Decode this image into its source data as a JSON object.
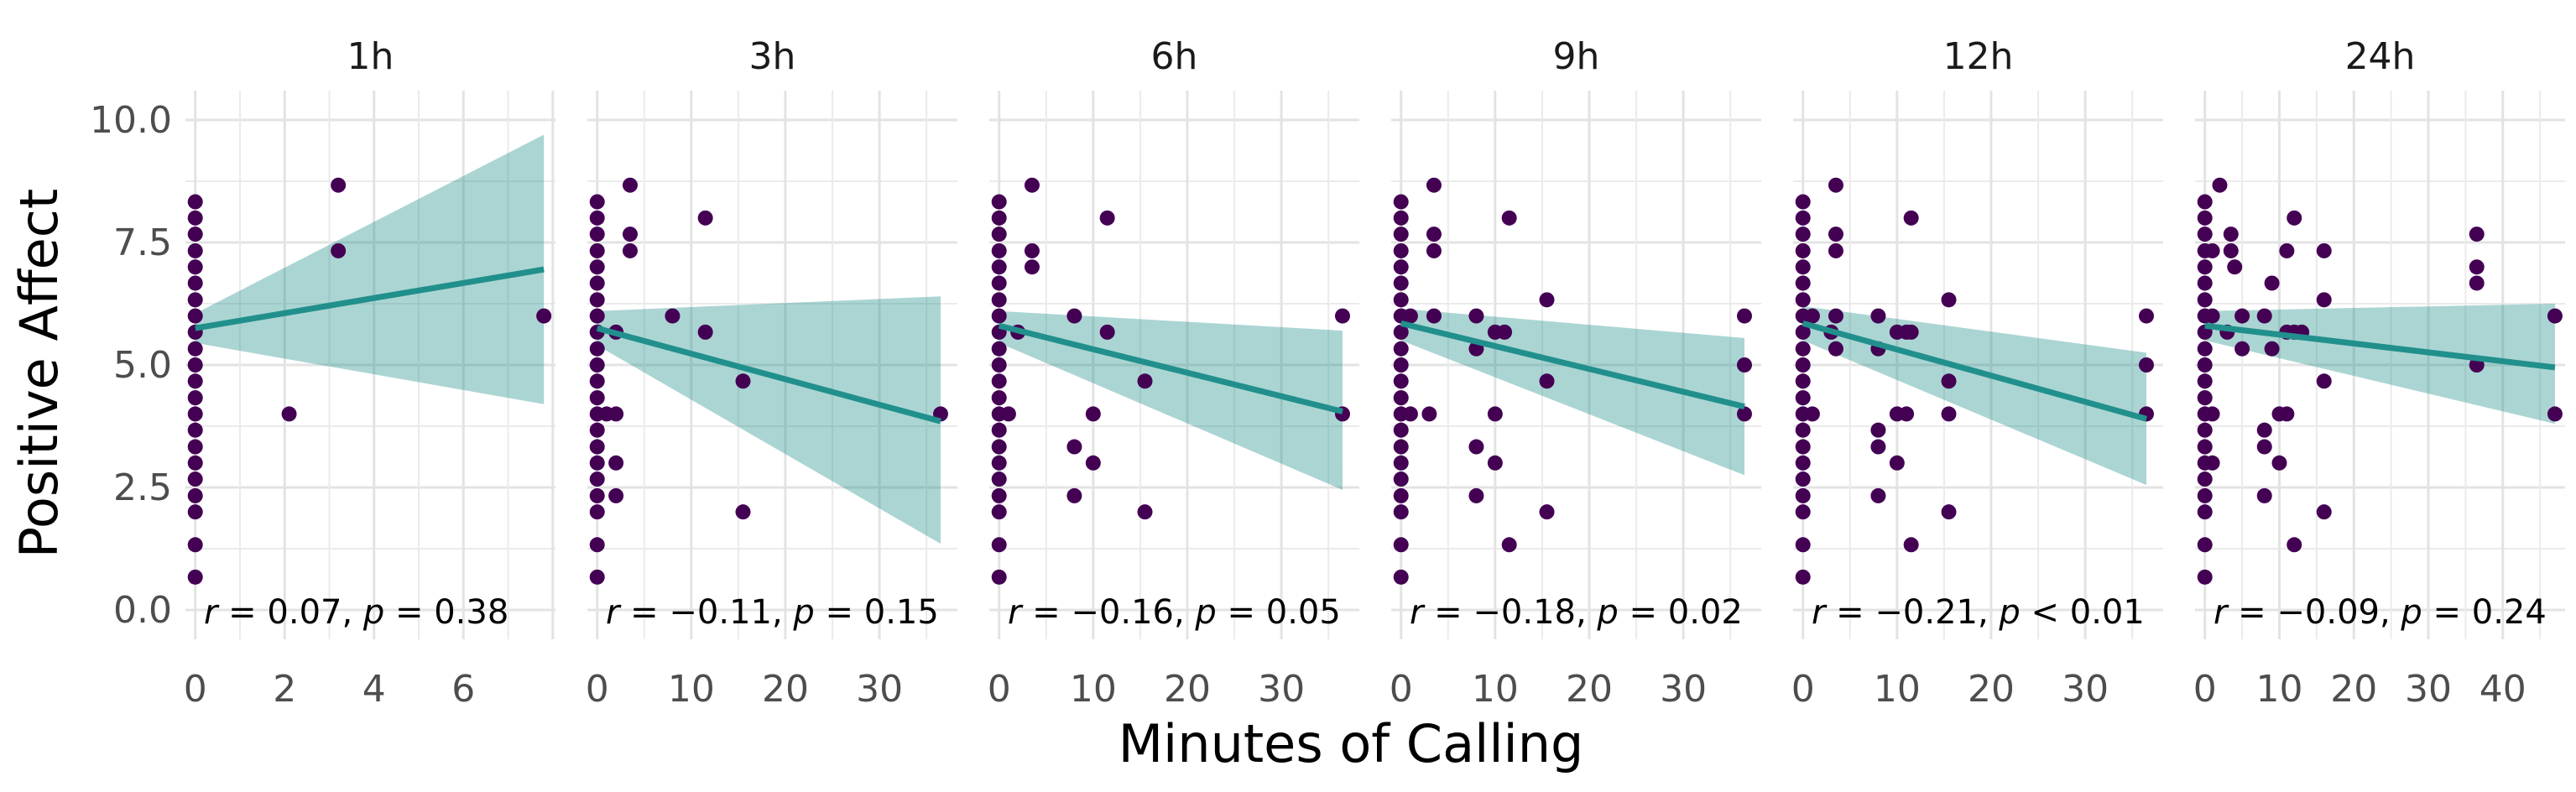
{
  "chart_data": {
    "type": "scatter",
    "title": "",
    "xlabel": "Minutes of Calling",
    "ylabel": "Positive Affect",
    "ylim": [
      0,
      10
    ],
    "yticks": [
      "0.0",
      "2.5",
      "5.0",
      "7.5",
      "10.0"
    ],
    "grid": true,
    "legend": "none",
    "colors": {
      "points": "#440154",
      "line": "#21908C",
      "band": "#21908C"
    },
    "panels": [
      {
        "label": "1h",
        "xlim": [
          0,
          8
        ],
        "xticks": [
          "0",
          "2",
          "4",
          "6"
        ],
        "fit": {
          "x": [
            0,
            7.8
          ],
          "y": [
            5.75,
            6.95
          ],
          "lower": [
            5.45,
            4.2
          ],
          "upper": [
            6.05,
            9.7
          ]
        },
        "annotation": {
          "r": "0.07",
          "p_op": "=",
          "p": "0.38"
        },
        "points": [
          [
            0,
            0.67
          ],
          [
            0,
            1.33
          ],
          [
            0,
            2
          ],
          [
            0,
            2.33
          ],
          [
            0,
            2.67
          ],
          [
            0,
            3
          ],
          [
            0,
            3.33
          ],
          [
            0,
            3.67
          ],
          [
            0,
            4
          ],
          [
            0,
            4.33
          ],
          [
            0,
            4.67
          ],
          [
            0,
            5
          ],
          [
            0,
            5.33
          ],
          [
            0,
            5.67
          ],
          [
            0,
            6
          ],
          [
            0,
            6.33
          ],
          [
            0,
            6.67
          ],
          [
            0,
            7
          ],
          [
            0,
            7.33
          ],
          [
            0,
            7.67
          ],
          [
            0,
            8
          ],
          [
            0,
            8.33
          ],
          [
            2.1,
            4
          ],
          [
            3.2,
            7.33
          ],
          [
            3.2,
            8.67
          ],
          [
            7.8,
            6
          ]
        ]
      },
      {
        "label": "3h",
        "xlim": [
          0,
          38
        ],
        "xticks": [
          "0",
          "10",
          "20",
          "30"
        ],
        "fit": {
          "x": [
            0,
            36.5
          ],
          "y": [
            5.75,
            3.85
          ],
          "lower": [
            5.4,
            1.35
          ],
          "upper": [
            6.1,
            6.4
          ]
        },
        "annotation": {
          "r": "−0.11",
          "p_op": "=",
          "p": "0.15"
        },
        "points": [
          [
            0,
            0.67
          ],
          [
            0,
            1.33
          ],
          [
            0,
            2
          ],
          [
            0,
            2.33
          ],
          [
            0,
            2.67
          ],
          [
            0,
            3
          ],
          [
            0,
            3.33
          ],
          [
            0,
            3.67
          ],
          [
            0,
            4
          ],
          [
            0,
            4.33
          ],
          [
            0,
            4.67
          ],
          [
            0,
            5
          ],
          [
            0,
            5.33
          ],
          [
            0,
            5.67
          ],
          [
            0,
            6
          ],
          [
            0,
            6.33
          ],
          [
            0,
            6.67
          ],
          [
            0,
            7
          ],
          [
            0,
            7.33
          ],
          [
            0,
            7.67
          ],
          [
            0,
            8
          ],
          [
            0,
            8.33
          ],
          [
            1,
            4
          ],
          [
            2,
            2.33
          ],
          [
            2,
            3
          ],
          [
            2,
            4
          ],
          [
            2,
            5.67
          ],
          [
            3.5,
            7.33
          ],
          [
            3.5,
            7.67
          ],
          [
            3.5,
            8.67
          ],
          [
            8,
            6
          ],
          [
            11.5,
            5.67
          ],
          [
            11.5,
            8
          ],
          [
            15.5,
            2
          ],
          [
            15.5,
            4.67
          ],
          [
            36.5,
            4
          ]
        ]
      },
      {
        "label": "6h",
        "xlim": [
          0,
          38
        ],
        "xticks": [
          "0",
          "10",
          "20",
          "30"
        ],
        "fit": {
          "x": [
            0,
            36.5
          ],
          "y": [
            5.8,
            4.05
          ],
          "lower": [
            5.45,
            2.45
          ],
          "upper": [
            6.1,
            5.7
          ]
        },
        "annotation": {
          "r": "−0.16",
          "p_op": "=",
          "p": "0.05"
        },
        "points": [
          [
            0,
            0.67
          ],
          [
            0,
            1.33
          ],
          [
            0,
            2
          ],
          [
            0,
            2.33
          ],
          [
            0,
            2.67
          ],
          [
            0,
            3
          ],
          [
            0,
            3.33
          ],
          [
            0,
            3.67
          ],
          [
            0,
            4
          ],
          [
            0,
            4.33
          ],
          [
            0,
            4.67
          ],
          [
            0,
            5
          ],
          [
            0,
            5.33
          ],
          [
            0,
            5.67
          ],
          [
            0,
            6
          ],
          [
            0,
            6.33
          ],
          [
            0,
            6.67
          ],
          [
            0,
            7
          ],
          [
            0,
            7.33
          ],
          [
            0,
            7.67
          ],
          [
            0,
            8
          ],
          [
            0,
            8.33
          ],
          [
            1,
            4
          ],
          [
            2,
            5.67
          ],
          [
            3.5,
            7
          ],
          [
            3.5,
            7.33
          ],
          [
            3.5,
            8.67
          ],
          [
            8,
            2.33
          ],
          [
            8,
            3.33
          ],
          [
            8,
            6
          ],
          [
            10,
            3
          ],
          [
            10,
            4
          ],
          [
            11.5,
            5.67
          ],
          [
            11.5,
            8
          ],
          [
            15.5,
            2
          ],
          [
            15.5,
            4.67
          ],
          [
            36.5,
            4
          ],
          [
            36.5,
            6
          ]
        ]
      },
      {
        "label": "9h",
        "xlim": [
          0,
          38
        ],
        "xticks": [
          "0",
          "10",
          "20",
          "30"
        ],
        "fit": {
          "x": [
            0,
            36.5
          ],
          "y": [
            5.85,
            4.15
          ],
          "lower": [
            5.5,
            2.75
          ],
          "upper": [
            6.15,
            5.55
          ]
        },
        "annotation": {
          "r": "−0.18",
          "p_op": "=",
          "p": "0.02"
        },
        "points": [
          [
            0,
            0.67
          ],
          [
            0,
            1.33
          ],
          [
            0,
            2
          ],
          [
            0,
            2.33
          ],
          [
            0,
            2.67
          ],
          [
            0,
            3
          ],
          [
            0,
            3.33
          ],
          [
            0,
            3.67
          ],
          [
            0,
            4
          ],
          [
            0,
            4.33
          ],
          [
            0,
            4.67
          ],
          [
            0,
            5
          ],
          [
            0,
            5.33
          ],
          [
            0,
            5.67
          ],
          [
            0,
            6
          ],
          [
            0,
            6.33
          ],
          [
            0,
            6.67
          ],
          [
            0,
            7
          ],
          [
            0,
            7.33
          ],
          [
            0,
            7.67
          ],
          [
            0,
            8
          ],
          [
            0,
            8.33
          ],
          [
            1,
            4
          ],
          [
            1,
            6
          ],
          [
            3,
            4
          ],
          [
            3.5,
            6
          ],
          [
            3.5,
            7.33
          ],
          [
            3.5,
            7.67
          ],
          [
            3.5,
            8.67
          ],
          [
            8,
            2.33
          ],
          [
            8,
            3.33
          ],
          [
            8,
            5.33
          ],
          [
            8,
            6
          ],
          [
            10,
            3
          ],
          [
            10,
            4
          ],
          [
            10,
            5.67
          ],
          [
            11,
            5.67
          ],
          [
            11.5,
            1.33
          ],
          [
            11.5,
            8
          ],
          [
            15.5,
            2
          ],
          [
            15.5,
            4.67
          ],
          [
            15.5,
            6.33
          ],
          [
            36.5,
            4
          ],
          [
            36.5,
            5
          ],
          [
            36.5,
            6
          ]
        ]
      },
      {
        "label": "12h",
        "xlim": [
          0,
          38
        ],
        "xticks": [
          "0",
          "10",
          "20",
          "30"
        ],
        "fit": {
          "x": [
            0,
            36.5
          ],
          "y": [
            5.85,
            3.9
          ],
          "lower": [
            5.5,
            2.55
          ],
          "upper": [
            6.2,
            5.25
          ]
        },
        "annotation": {
          "r": "−0.21",
          "p_op": "<",
          "p": "0.01"
        },
        "points": [
          [
            0,
            0.67
          ],
          [
            0,
            1.33
          ],
          [
            0,
            2
          ],
          [
            0,
            2.33
          ],
          [
            0,
            2.67
          ],
          [
            0,
            3
          ],
          [
            0,
            3.33
          ],
          [
            0,
            3.67
          ],
          [
            0,
            4
          ],
          [
            0,
            4.33
          ],
          [
            0,
            4.67
          ],
          [
            0,
            5
          ],
          [
            0,
            5.33
          ],
          [
            0,
            5.67
          ],
          [
            0,
            6
          ],
          [
            0,
            6.33
          ],
          [
            0,
            6.67
          ],
          [
            0,
            7
          ],
          [
            0,
            7.33
          ],
          [
            0,
            7.67
          ],
          [
            0,
            8
          ],
          [
            0,
            8.33
          ],
          [
            1,
            4
          ],
          [
            1,
            6
          ],
          [
            3,
            5.67
          ],
          [
            3.5,
            5.33
          ],
          [
            3.5,
            6
          ],
          [
            3.5,
            7.33
          ],
          [
            3.5,
            7.67
          ],
          [
            3.5,
            8.67
          ],
          [
            8,
            2.33
          ],
          [
            8,
            3.33
          ],
          [
            8,
            3.67
          ],
          [
            8,
            5.33
          ],
          [
            8,
            6
          ],
          [
            10,
            3
          ],
          [
            10,
            4
          ],
          [
            10,
            5.67
          ],
          [
            11,
            4
          ],
          [
            11,
            5.67
          ],
          [
            11.5,
            1.33
          ],
          [
            11.5,
            5.67
          ],
          [
            11.5,
            8
          ],
          [
            15.5,
            2
          ],
          [
            15.5,
            4
          ],
          [
            15.5,
            4.67
          ],
          [
            15.5,
            6.33
          ],
          [
            36.5,
            4
          ],
          [
            36.5,
            5
          ],
          [
            36.5,
            6
          ]
        ]
      },
      {
        "label": "24h",
        "xlim": [
          0,
          48
        ],
        "xticks": [
          "0",
          "10",
          "20",
          "30",
          "40"
        ],
        "fit": {
          "x": [
            0,
            47
          ],
          "y": [
            5.8,
            4.95
          ],
          "lower": [
            5.5,
            3.8
          ],
          "upper": [
            6.1,
            6.25
          ]
        },
        "annotation": {
          "r": "−0.09",
          "p_op": "=",
          "p": "0.24"
        },
        "points": [
          [
            0,
            0.67
          ],
          [
            0,
            1.33
          ],
          [
            0,
            2
          ],
          [
            0,
            2.33
          ],
          [
            0,
            2.67
          ],
          [
            0,
            3
          ],
          [
            0,
            3.33
          ],
          [
            0,
            3.67
          ],
          [
            0,
            4
          ],
          [
            0,
            4.33
          ],
          [
            0,
            4.67
          ],
          [
            0,
            5
          ],
          [
            0,
            5.33
          ],
          [
            0,
            5.67
          ],
          [
            0,
            6
          ],
          [
            0,
            6.33
          ],
          [
            0,
            6.67
          ],
          [
            0,
            7
          ],
          [
            0,
            7.33
          ],
          [
            0,
            7.67
          ],
          [
            0,
            8
          ],
          [
            0,
            8.33
          ],
          [
            1,
            3
          ],
          [
            1,
            4
          ],
          [
            1,
            6
          ],
          [
            1,
            7.33
          ],
          [
            2,
            8.67
          ],
          [
            3,
            5.67
          ],
          [
            3.5,
            7.33
          ],
          [
            3.5,
            7.67
          ],
          [
            4,
            7
          ],
          [
            5,
            5.33
          ],
          [
            5,
            6
          ],
          [
            8,
            2.33
          ],
          [
            8,
            3.33
          ],
          [
            8,
            3.67
          ],
          [
            8,
            6
          ],
          [
            9,
            5.33
          ],
          [
            9,
            6.67
          ],
          [
            10,
            3
          ],
          [
            10,
            4
          ],
          [
            11,
            4
          ],
          [
            11,
            5.67
          ],
          [
            11,
            7.33
          ],
          [
            12,
            1.33
          ],
          [
            12,
            5.67
          ],
          [
            12,
            8
          ],
          [
            13,
            5.67
          ],
          [
            16,
            2
          ],
          [
            16,
            4.67
          ],
          [
            16,
            6.33
          ],
          [
            16,
            7.33
          ],
          [
            36.5,
            5
          ],
          [
            36.5,
            6.67
          ],
          [
            36.5,
            7
          ],
          [
            36.5,
            7.67
          ],
          [
            47,
            4
          ],
          [
            47,
            6
          ]
        ]
      }
    ]
  }
}
